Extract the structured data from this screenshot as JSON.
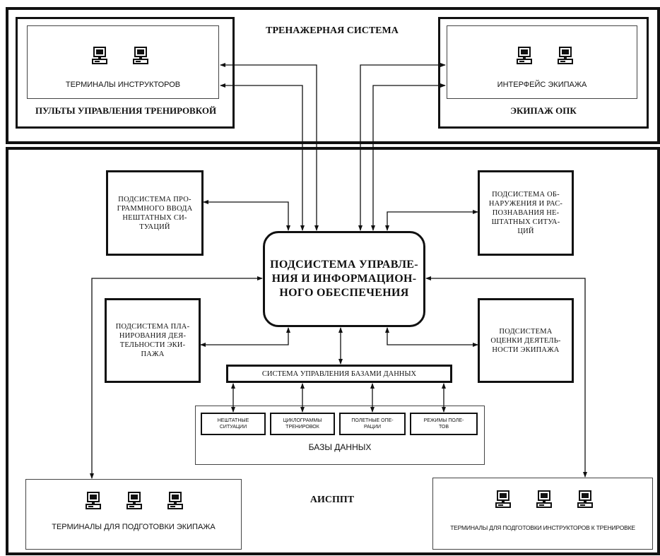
{
  "top": {
    "title": "ТРЕНАЖЕРНАЯ СИСТЕМА",
    "left_panel": {
      "inner_label": "ТЕРМИНАЛЫ ИНСТРУКТОРОВ",
      "caption": "ПУЛЬТЫ УПРАВЛЕНИЯ  ТРЕНИРОВКОЙ"
    },
    "right_panel": {
      "inner_label": "ИНТЕРФЕЙС ЭКИПАЖА",
      "caption": "ЭКИПАЖ ОПК"
    }
  },
  "bottom": {
    "title": "АИСППТ",
    "central": "ПОДСИСТЕМА УПРАВЛЕ-\nНИЯ И  ИНФОРМАЦИОН-\nНОГО ОБЕСПЕЧЕНИЯ",
    "subsystems": {
      "input": "ПОДСИСТЕМА ПРО-\nГРАММНОГО ВВОДА\nНЕШТАТНЫХ СИ-\nТУАЦИЙ",
      "detection": "ПОДСИСТЕМА ОБ-\nНАРУЖЕНИЯ И РАС-\nПОЗНАВАНИЯ НЕ-\nШТАТНЫХ СИТУА-\nЦИЙ",
      "planning": "ПОДСИСТЕМА ПЛА-\nНИРОВАНИЯ ДЕЯ-\nТЕЛЬНОСТИ ЭКИ-\nПАЖА",
      "evaluation": "ПОДСИСТЕМА\nОЦЕНКИ ДЕЯТЕЛЬ-\nНОСТИ ЭКИПАЖА"
    },
    "dbms": "СИСТЕМА УПРАВЛЕНИЯ БАЗАМИ ДАННЫХ",
    "databases": {
      "label": "БАЗЫ ДАННЫХ",
      "items": [
        "НЕШТАТНЫЕ\nСИТУАЦИИ",
        "ЦИКЛОГРАММЫ\nТРЕНИРОВОК",
        "ПОЛЕТНЫЕ  ОПЕ-\nРАЦИИ",
        "РЕЖИМЫ ПОЛЕ-\nТОВ"
      ]
    },
    "terminals_crew": "ТЕРМИНАЛЫ ДЛЯ ПОДГОТОВКИ ЭКИПАЖА",
    "terminals_instructors": "ТЕРМИНАЛЫ ДЛЯ ПОДГОТОВКИ ИНСТРУКТОРОВ К ТРЕНИРОВКЕ"
  },
  "icons": {
    "computer": "computer-icon"
  }
}
